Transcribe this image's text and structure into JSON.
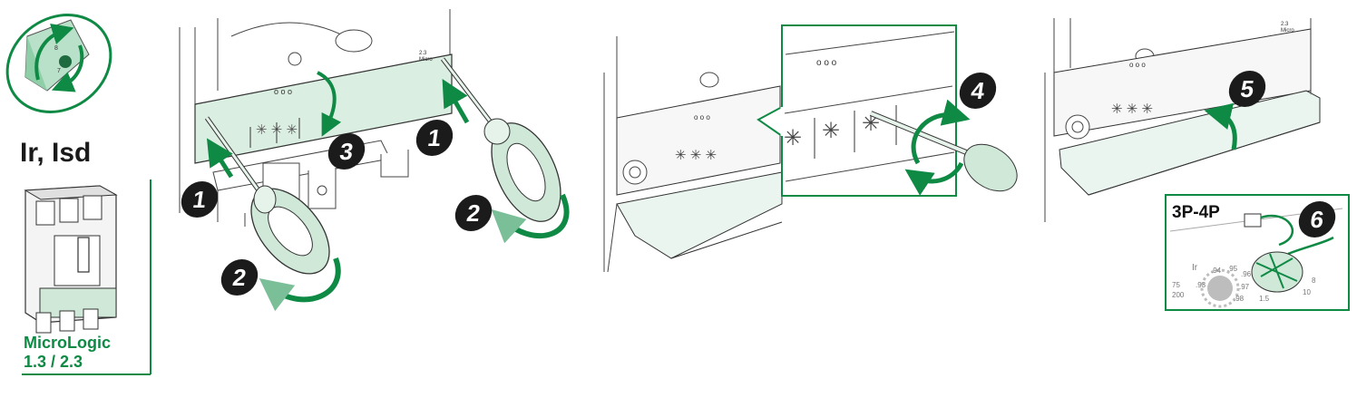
{
  "heading": "Ir, Isd",
  "product": {
    "line1": "MicroLogic",
    "line2": "1.3 / 2.3"
  },
  "inset": {
    "title": "3P-4P",
    "dial_left": {
      "name": "Ir",
      "values": [
        ".94",
        ".95",
        ".96",
        ".97",
        ".98",
        ".93"
      ],
      "outer": [
        "75",
        "200"
      ]
    },
    "dial_right": {
      "values": [
        "8",
        "10",
        "1.5"
      ]
    }
  },
  "steps": {
    "a1": "1",
    "a2": "2",
    "a3": "3",
    "b1": "1",
    "b2": "2",
    "c4": "4",
    "d5": "5",
    "d6": "6"
  },
  "colors": {
    "accent": "#0f8a45",
    "accent_light": "#7bbf98",
    "step_badge": "#1b1b1b"
  },
  "icons": [
    "rotate-dial-icon",
    "circuit-breaker-icon",
    "screwdriver-icon",
    "rotation-arrow-icon",
    "seal-lead-icon"
  ]
}
